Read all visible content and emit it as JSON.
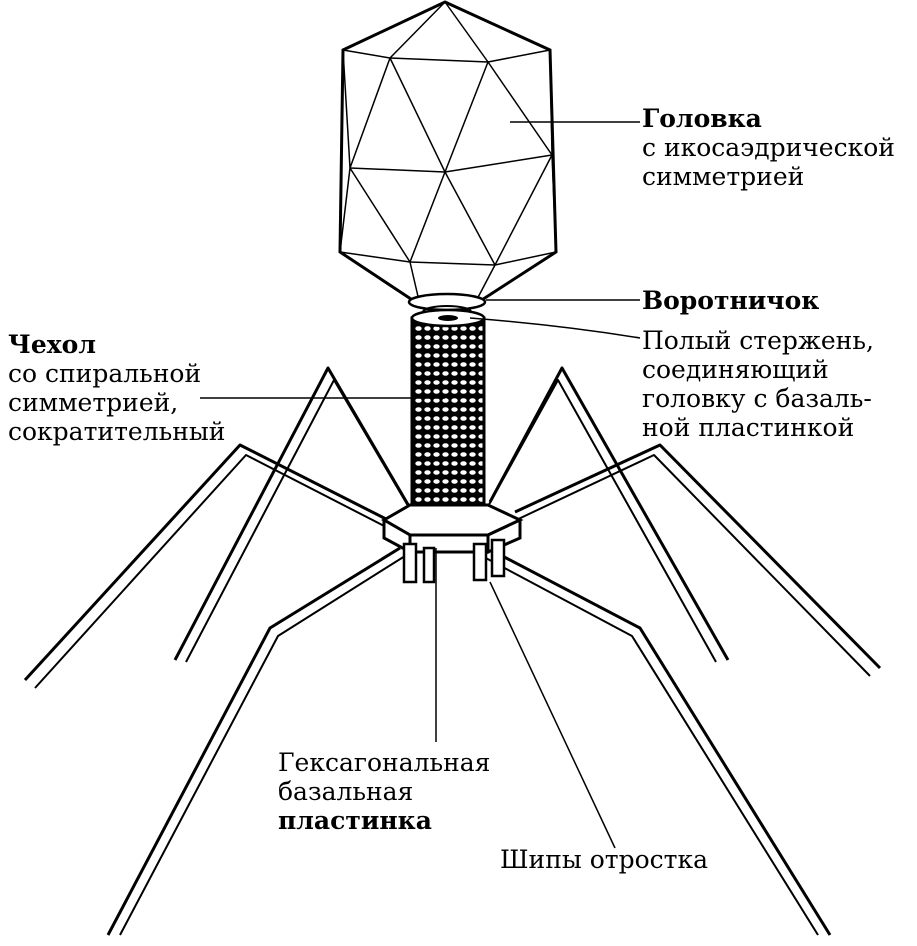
{
  "labels": {
    "head": {
      "title": "Головка",
      "line2": "с икосаэдрической",
      "line3": "симметрией"
    },
    "collar": {
      "title": "Воротничок"
    },
    "rod": {
      "line1": "Полый стержень,",
      "line2": "соединяющий",
      "line3": "головку с базаль-",
      "line4": "ной пластинкой"
    },
    "sheath": {
      "title": "Чехол",
      "line2": "со спиральной",
      "line3": "симметрией,",
      "line4": "сократительный"
    },
    "baseplate": {
      "line1": "Гексагональная",
      "line2": "базальная",
      "line3": "пластинка"
    },
    "spikes": {
      "line1": "Шипы отростка"
    }
  },
  "colors": {
    "ink": "#000000",
    "paper": "#ffffff"
  }
}
